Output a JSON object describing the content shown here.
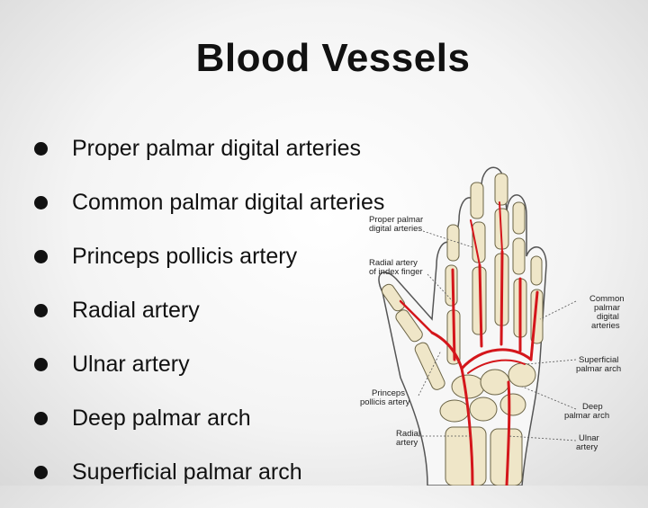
{
  "slide": {
    "title": "Blood Vessels",
    "bullets": [
      "Proper palmar digital arteries",
      "Common palmar digital arteries",
      "Princeps pollicis artery",
      "Radial artery",
      "Ulnar artery",
      "Deep palmar arch",
      "Superficial palmar arch"
    ]
  },
  "figure": {
    "labels": {
      "proper_1": "Proper palmar",
      "proper_2": "digital arteries",
      "radial_index_1": "Radial artery",
      "radial_index_2": "of index finger",
      "common_1": "Common",
      "common_2": "palmar",
      "common_3": "digital",
      "common_4": "arteries",
      "superficial_1": "Superficial",
      "superficial_2": "palmar arch",
      "princeps_1": "Princeps",
      "princeps_2": "pollicis artery",
      "deep_1": "Deep",
      "deep_2": "palmar arch",
      "radial_1": "Radial",
      "radial_2": "artery",
      "ulnar_1": "Ulnar",
      "ulnar_2": "artery"
    },
    "colors": {
      "artery": "#d4161b",
      "bone": "#efe6c8",
      "skin": "#f6f6f6"
    }
  }
}
